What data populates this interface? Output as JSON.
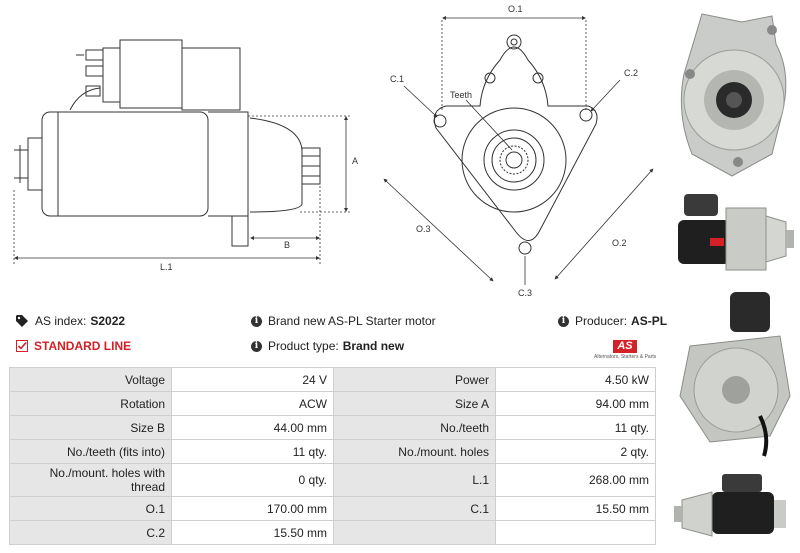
{
  "drawing": {
    "side_labels": {
      "a": "A",
      "b": "B",
      "l1": "L.1"
    },
    "front_labels": {
      "o1": "O.1",
      "c1": "C.1",
      "c2": "C.2",
      "teeth": "Teeth",
      "o3": "O.3",
      "o2": "O.2",
      "c3": "C.3"
    }
  },
  "info": {
    "as_index_label": "AS index:",
    "as_index_value": "S2022",
    "standard_line": "STANDARD LINE",
    "description": "Brand new AS-PL Starter motor",
    "product_type_label": "Product type:",
    "product_type_value": "Brand new",
    "producer_label": "Producer:",
    "producer_value": "AS-PL",
    "logo_text": "AS",
    "logo_tagline": "Alternators, Starters & Parts"
  },
  "specs": [
    [
      "Voltage",
      "24 V",
      "Power",
      "4.50 kW"
    ],
    [
      "Rotation",
      "ACW",
      "Size A",
      "94.00 mm"
    ],
    [
      "Size B",
      "44.00 mm",
      "No./teeth",
      "11 qty."
    ],
    [
      "No./teeth (fits into)",
      "11 qty.",
      "No./mount. holes",
      "2 qty."
    ],
    [
      "No./mount. holes with thread",
      "0 qty.",
      "L.1",
      "268.00 mm"
    ],
    [
      "O.1",
      "170.00 mm",
      "C.1",
      "15.50 mm"
    ],
    [
      "C.2",
      "15.50 mm",
      "",
      ""
    ]
  ],
  "colors": {
    "accent_red": "#d42027",
    "table_key_bg": "#e6e6e6"
  },
  "icons": [
    "tag-icon",
    "check-square-icon",
    "info-icon"
  ]
}
